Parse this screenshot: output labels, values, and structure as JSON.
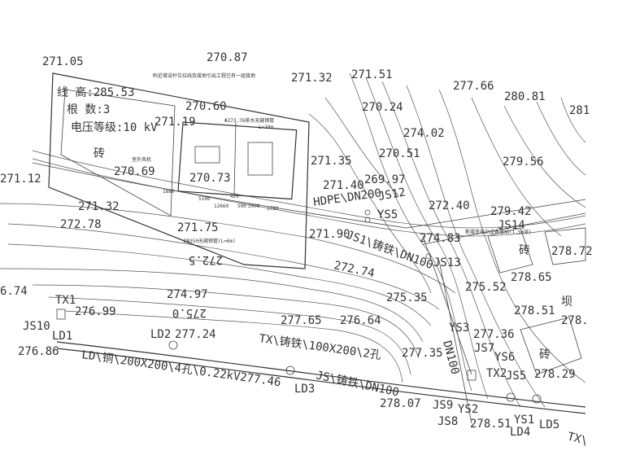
{
  "elevations": [
    "271.05",
    "270.87",
    "271.32",
    "271.51",
    "277.66",
    "280.81",
    "281",
    "270.24",
    "274.02",
    "270.51",
    "279.56",
    "271.35",
    "269.97",
    "271.40",
    "272.40",
    "279.42",
    "274.83",
    "278.72",
    "272.74",
    "278.65",
    "275.35",
    "275.52",
    "278.51",
    "278.",
    "277.36",
    "277.35",
    "278.29",
    "278.07",
    "278.51",
    "271.12",
    "271.32",
    "272.78",
    "271.75",
    "270.69",
    "270.73",
    "270.60",
    "271.19",
    "274.97",
    "275.0",
    "277.65",
    "276.64",
    "277.24",
    "276.99",
    "6.74",
    "276.86",
    "272.5",
    "271.90"
  ],
  "tower_info": {
    "height": "线 高:285.53",
    "count": "根 数:3",
    "voltage": "电压等级:10 kV",
    "brick": "砖"
  },
  "labels": {
    "hdpe": "HDPE\\DN200",
    "js12": "JS12",
    "ys5": "YS5",
    "js14": "JS14",
    "js1": "JS1\\铸铁\\DN100",
    "js13": "JS13",
    "ys3": "YS3",
    "js7": "JS7",
    "ys6": "YS6",
    "tx2": "TX2",
    "js5": "JS5",
    "js9": "JS9",
    "ys2": "YS2",
    "js8": "JS8",
    "ys1": "YS1",
    "ld5": "LD5",
    "ld4": "LD4",
    "tx_end": "TX\\",
    "tx1": "TX1",
    "js10": "JS10",
    "ld1": "LD1",
    "ld2": "LD2",
    "ld3": "LD3",
    "ld_cable": "LD\\铜\\200X200\\4孔\\0.22kV277.46",
    "tx_cable": "TX\\铸铁\\100X200\\2孔",
    "js_pipe": "JS\\铸铁\\DN100",
    "brick2": "砖",
    "brick3": "砖",
    "dam": "坝",
    "dn100_v": "DN100",
    "pipe_len": "L=10m"
  },
  "dimensions": [
    "1880",
    "5100",
    "420",
    "12660",
    "2000",
    "1780",
    "500"
  ],
  "notes": [
    "附近增设杆位拉线及接地引出工程已有一组接地",
    "室外风机",
    "DN350无缝钢管(L=6m)",
    "Φ273.76排水无缝钢管",
    "新增变电站设备基础(1.5m深)"
  ]
}
